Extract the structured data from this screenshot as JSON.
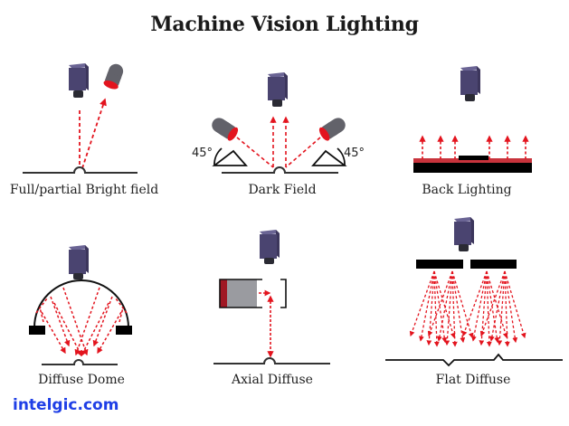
{
  "title": "Machine Vision Lighting",
  "brand": {
    "text": "intelgic.com",
    "color": "#1f3fe6"
  },
  "colors": {
    "camera_body": "#4a4470",
    "camera_top": "#6a6494",
    "camera_lens": "#2a2a33",
    "light_body": "#62626a",
    "light_emitter": "#e3141e",
    "ray": "#e3141e",
    "surface": "#222222",
    "backlight_red": "#c8333c",
    "axial_red": "#a01824",
    "axial_gray": "#9a9ba0"
  },
  "panels": [
    {
      "id": "bright-field",
      "label": "Full/partial Bright field"
    },
    {
      "id": "dark-field",
      "label": "Dark Field",
      "angle_left": "45°",
      "angle_right": "45°"
    },
    {
      "id": "back-lighting",
      "label": "Back Lighting"
    },
    {
      "id": "diffuse-dome",
      "label": "Diffuse Dome"
    },
    {
      "id": "axial-diffuse",
      "label": "Axial Diffuse"
    },
    {
      "id": "flat-diffuse",
      "label": "Flat Diffuse"
    }
  ]
}
